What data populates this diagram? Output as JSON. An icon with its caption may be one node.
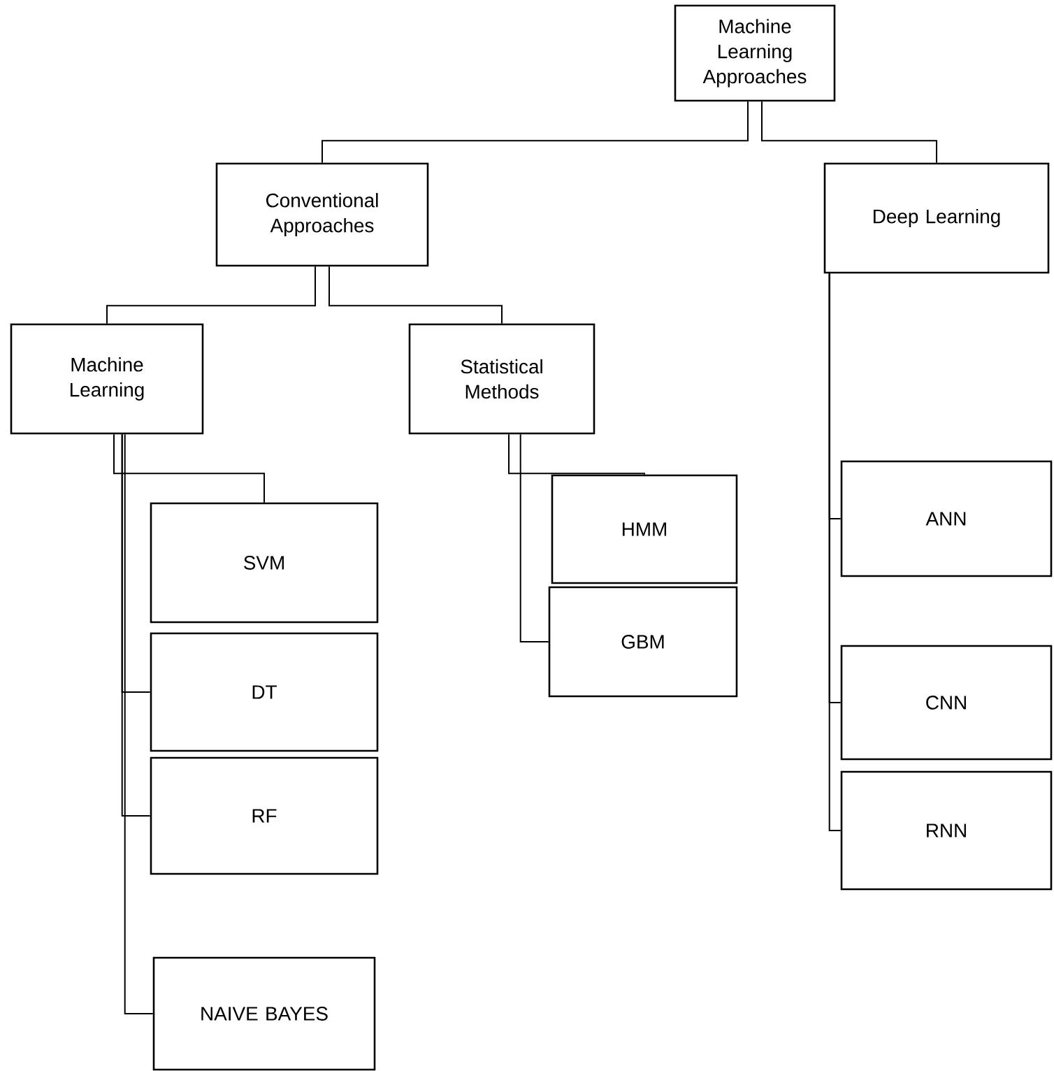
{
  "diagram": {
    "nodes": [
      {
        "text": [
          "Machine Learning Approaches"
        ]
      },
      {
        "text": [
          "Conventional Approaches"
        ]
      },
      {
        "text": [
          "Deep Learning"
        ]
      },
      {
        "text": [
          "Machine Learning"
        ]
      },
      {
        "text": [
          "Statistical Methods"
        ]
      },
      {
        "text": [
          "SVM"
        ]
      },
      {
        "text": [
          "DT"
        ]
      },
      {
        "text": [
          "RF"
        ]
      },
      {
        "text": [
          "NAIVE BAYES"
        ]
      },
      {
        "text": [
          "HMM"
        ]
      },
      {
        "text": [
          "GBM"
        ]
      },
      {
        "text": [
          "ANN"
        ]
      },
      {
        "text": [
          "CNN"
        ]
      },
      {
        "text": [
          "RNN"
        ]
      }
    ],
    "edges": [
      {
        "from": 0,
        "to": 1,
        "arrow": "none"
      },
      {
        "from": 0,
        "to": 2,
        "arrow": "none"
      },
      {
        "from": 1,
        "to": 3,
        "arrow": "none"
      },
      {
        "from": 1,
        "to": 4,
        "arrow": "none"
      },
      {
        "from": 3,
        "to": 5,
        "arrow": "none"
      },
      {
        "from": 3,
        "to": 6,
        "arrow": "none"
      },
      {
        "from": 3,
        "to": 7,
        "arrow": "none"
      },
      {
        "from": 3,
        "to": 8,
        "arrow": "none"
      },
      {
        "from": 4,
        "to": 9,
        "arrow": "none"
      },
      {
        "from": 4,
        "to": 10,
        "arrow": "none"
      },
      {
        "from": 2,
        "to": 11,
        "arrow": "none"
      },
      {
        "from": 2,
        "to": 12,
        "arrow": "none"
      },
      {
        "from": 2,
        "to": 13,
        "arrow": "none"
      }
    ]
  }
}
